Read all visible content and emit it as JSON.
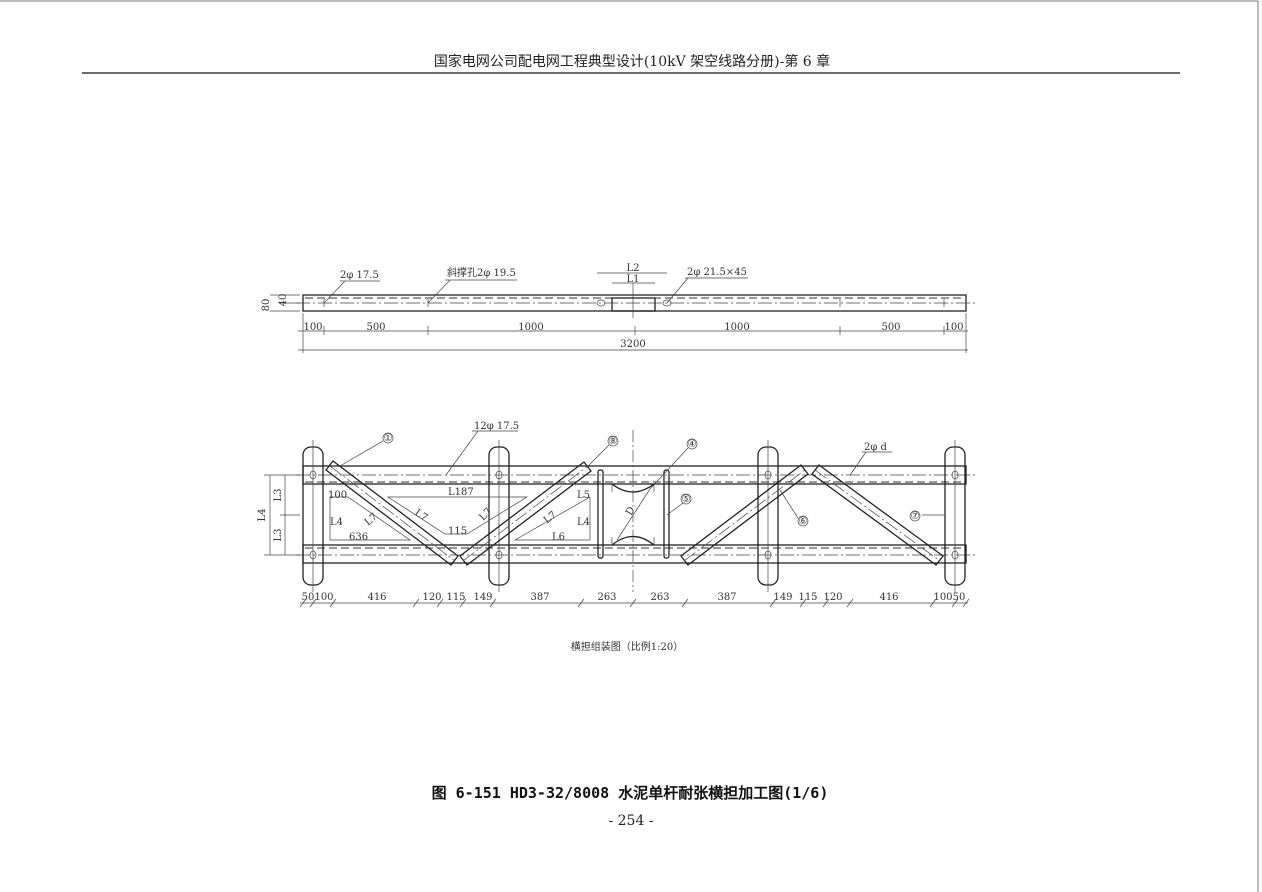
{
  "header": {
    "title": "国家电网公司配电网工程典型设计(10kV 架空线路分册)-第 6 章"
  },
  "top_view": {
    "hole_label_1": "2φ 17.5",
    "hole_label_2": "斜撑孔2φ 19.5",
    "hole_label_3": "2φ 21.5×45",
    "l2": "L2",
    "l1": "L1",
    "height_80": "80",
    "height_40": "40",
    "dims": [
      "100",
      "500",
      "1000",
      "1000",
      "500",
      "100"
    ],
    "total": "3200"
  },
  "assembly_view": {
    "callouts": {
      "p1": "①",
      "p8": "⑧",
      "p4": "④",
      "p5": "⑤",
      "p6": "⑥",
      "p7": "⑦"
    },
    "hole_label_top": "12φ 17.5",
    "hole_label_right": "2φ d",
    "inner_labels": {
      "a100": "100",
      "l187": "L187",
      "l5": "L5",
      "l4a": "L4",
      "l7a": "L7",
      "l7b": "L7",
      "a115": "115",
      "l7c": "L7",
      "l7d": "L7",
      "l4b": "L4",
      "a636": "636",
      "l6": "L6",
      "d": "D"
    },
    "side_dims": {
      "l4": "L4",
      "l3a": "L3",
      "l3b": "L3"
    },
    "dims": [
      "50",
      "100",
      "416",
      "120",
      "115",
      "149",
      "387",
      "263",
      "263",
      "387",
      "149",
      "115",
      "120",
      "416",
      "100",
      "50"
    ],
    "caption": "横担组装图（比例1:20）"
  },
  "figure_title": "图 6-151  HD3-32/8008 水泥单杆耐张横担加工图(1/6)",
  "page_number": "- 254 -"
}
